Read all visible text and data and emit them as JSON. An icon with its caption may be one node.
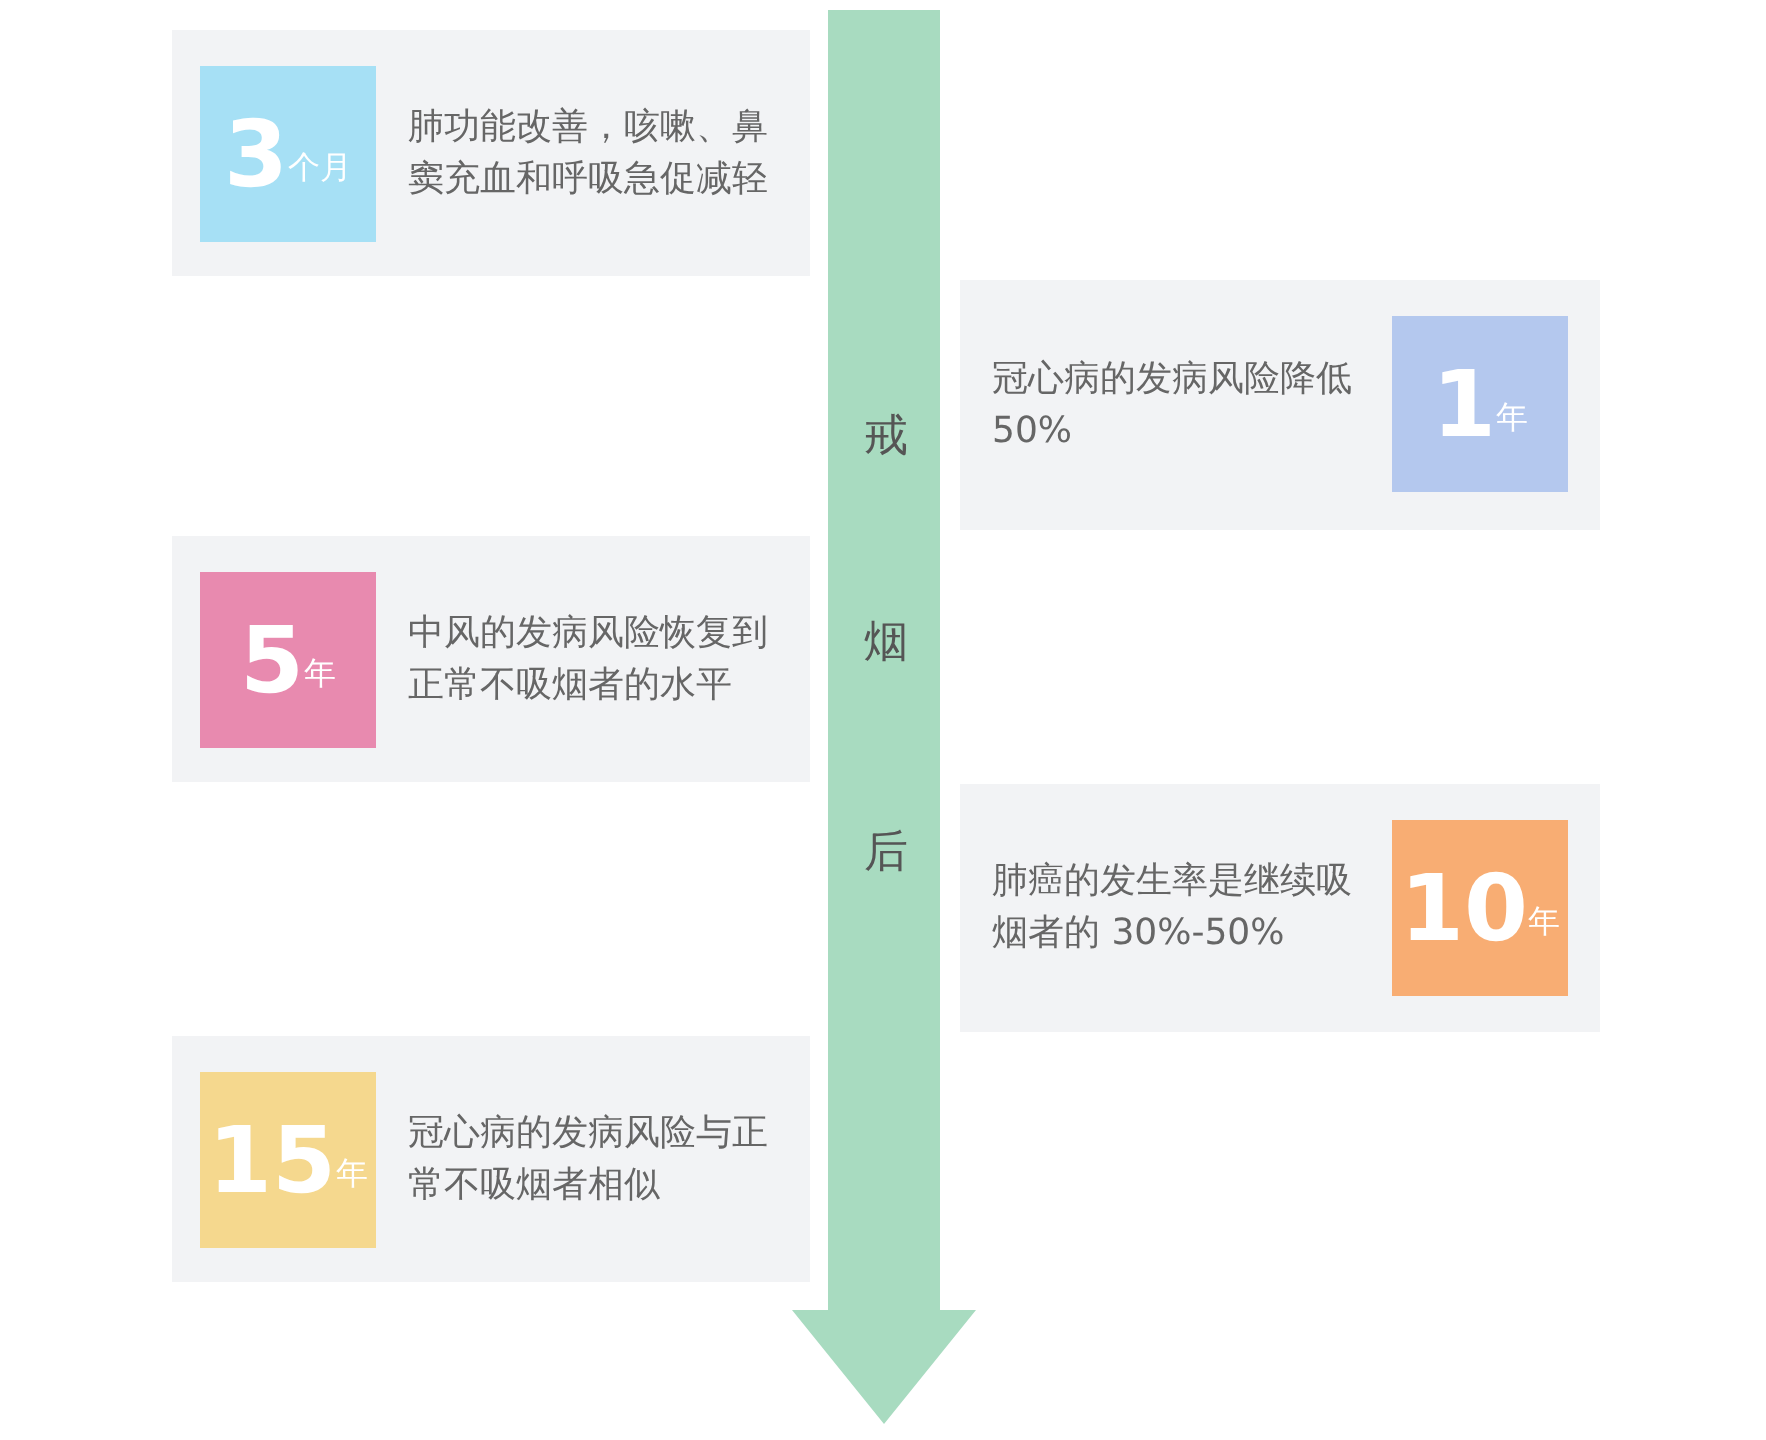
{
  "diagram": {
    "nodes": [
      {
        "text": [
          "戒烟后"
        ]
      },
      {
        "text": [
          "肺功能改善，咳嗽、鼻窦充血和呼吸急促减轻"
        ]
      },
      {
        "text": [
          "3",
          "个月"
        ],
        "in": 1
      },
      {
        "text": [
          "冠心病的发病风险降低 50%"
        ]
      },
      {
        "text": [
          "1",
          "年"
        ],
        "in": 3
      },
      {
        "text": [
          "中风的发病风险恢复到正常不吸烟者的水平"
        ]
      },
      {
        "text": [
          "5",
          "年"
        ],
        "in": 5
      },
      {
        "text": [
          "肺癌的发生率是继续吸烟者的 30%-50%"
        ]
      },
      {
        "text": [
          "10",
          "年"
        ],
        "in": 7
      },
      {
        "text": [
          "冠心病的发病风险与正常不吸烟者相似"
        ]
      },
      {
        "text": [
          "15",
          "年"
        ],
        "in": 9
      }
    ]
  }
}
